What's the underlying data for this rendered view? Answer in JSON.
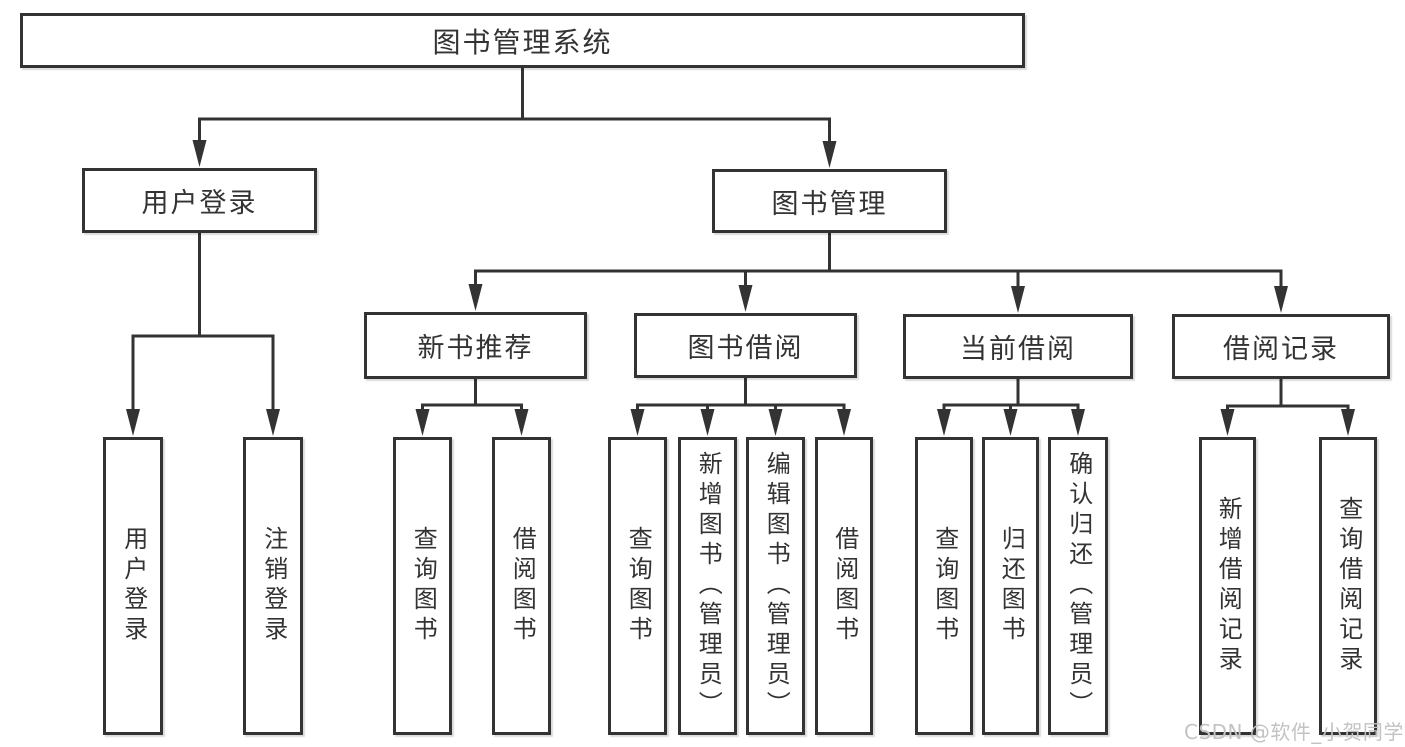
{
  "colors": {
    "line": "#333333",
    "text": "#333333",
    "box_background": "#ffffff",
    "watermark": "#c3c3c3"
  },
  "watermark": "CSDN @软件_小贺同学",
  "tree": {
    "label": "图书管理系统",
    "children": [
      {
        "label": "用户登录",
        "children": [
          {
            "label": "用户登录"
          },
          {
            "label": "注销登录"
          }
        ]
      },
      {
        "label": "图书管理",
        "children": [
          {
            "label": "新书推荐",
            "children": [
              {
                "label": "查询图书"
              },
              {
                "label": "借阅图书"
              }
            ]
          },
          {
            "label": "图书借阅",
            "children": [
              {
                "label": "查询图书"
              },
              {
                "label": "新增图书（管理员）"
              },
              {
                "label": "编辑图书（管理员）"
              },
              {
                "label": "借阅图书"
              }
            ]
          },
          {
            "label": "当前借阅",
            "children": [
              {
                "label": "查询图书"
              },
              {
                "label": "归还图书"
              },
              {
                "label": "确认归还（管理员）"
              }
            ]
          },
          {
            "label": "借阅记录",
            "children": [
              {
                "label": "新增借阅记录"
              },
              {
                "label": "查询借阅记录"
              }
            ]
          }
        ]
      }
    ]
  }
}
